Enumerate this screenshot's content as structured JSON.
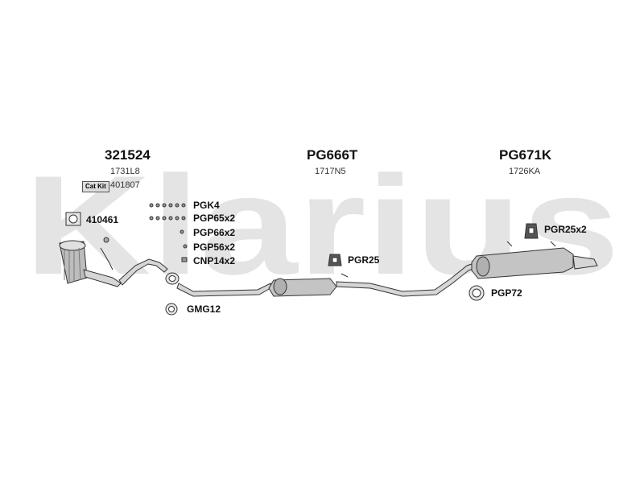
{
  "watermark": {
    "text": "Klarius",
    "color": "#e4e4e4"
  },
  "assemblies": [
    {
      "code": "321524",
      "sub": "1731L8"
    },
    {
      "code": "PG666T",
      "sub": "1717N5"
    },
    {
      "code": "PG671K",
      "sub": "1726KA"
    }
  ],
  "cat_kit": {
    "label": "Cat Kit",
    "number": "401807"
  },
  "parts": {
    "p410461": "410461",
    "pgk4": "PGK4",
    "pgp65": "PGP65x2",
    "pgp66": "PGP66x2",
    "pgp56": "PGP56x2",
    "cnp14": "CNP14x2",
    "gmg12": "GMG12",
    "pgr25": "PGR25",
    "pgr25x2": "PGR25x2",
    "pgp72": "PGP72"
  },
  "colors": {
    "line": "#333333",
    "fill": "#c8c8c8",
    "text": "#111111"
  }
}
